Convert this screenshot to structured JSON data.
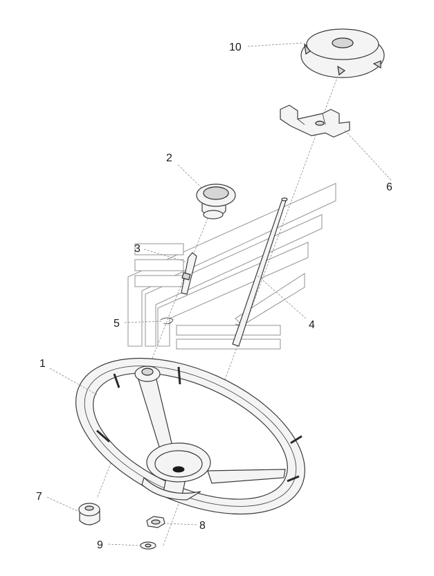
{
  "callouts": {
    "c1": "1",
    "c2": "2",
    "c3": "3",
    "c4": "4",
    "c5": "5",
    "c6": "6",
    "c7": "7",
    "c8": "8",
    "c9": "9",
    "c10": "10"
  },
  "colors": {
    "line": "#3a3a3a",
    "leader": "#8a8a8a",
    "watermark": "#9a9a9a"
  }
}
